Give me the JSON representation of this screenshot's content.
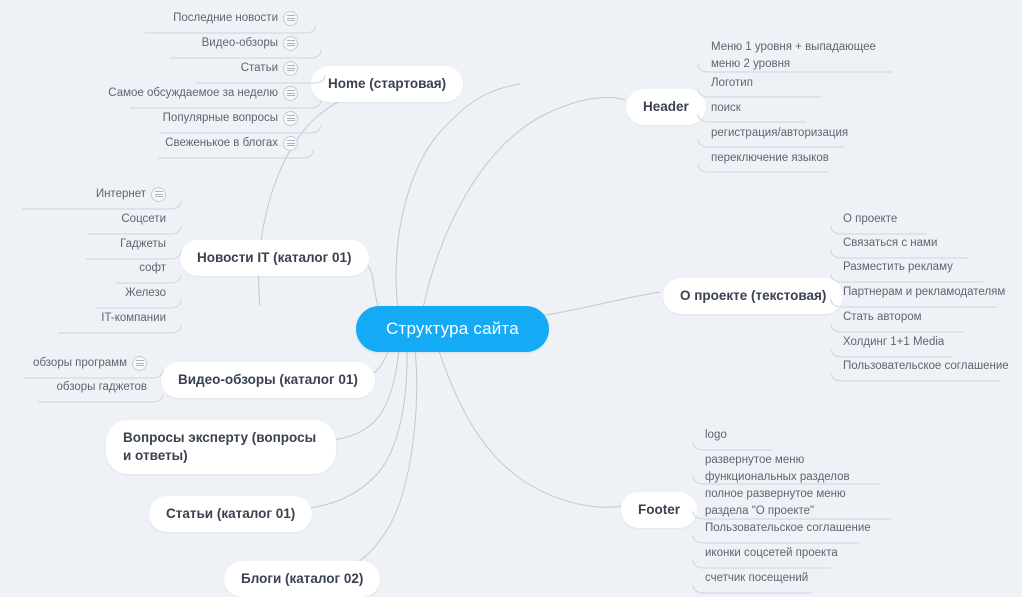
{
  "root": {
    "label": "Структура сайта",
    "color": "#14aaf5"
  },
  "theme": {
    "background": "#eef2f6",
    "node_bg": "#ffffff",
    "node_text": "#39424e",
    "leaf_text": "#5b6671",
    "link_color": "#bfc8d2",
    "underline_color": "#ccd4dd"
  },
  "branches": [
    {
      "id": "home",
      "label": "Home (стартовая)",
      "side": "left",
      "children": [
        {
          "label": "Последние новости",
          "icon": "note-icon"
        },
        {
          "label": "Видео-обзоры",
          "icon": "note-icon"
        },
        {
          "label": "Статьи",
          "icon": "note-icon"
        },
        {
          "label": "Самое обсуждаемое за неделю",
          "icon": "note-icon"
        },
        {
          "label": "Популярные вопросы",
          "icon": "note-icon"
        },
        {
          "label": "Свеженькое в блогах",
          "icon": "note-icon"
        }
      ]
    },
    {
      "id": "header",
      "label": "Header",
      "side": "right",
      "children": [
        {
          "label": "Меню 1 уровня + выпадающее меню 2 уровня",
          "icon": null
        },
        {
          "label": "Логотип",
          "icon": null
        },
        {
          "label": "поиск",
          "icon": null
        },
        {
          "label": "регистрация/авторизация",
          "icon": null
        },
        {
          "label": "переключение языков",
          "icon": null
        }
      ]
    },
    {
      "id": "news-it",
      "label": "Новости IT (каталог 01)",
      "side": "left",
      "children": [
        {
          "label": "Интернет",
          "icon": "note-icon"
        },
        {
          "label": "Соцсети",
          "icon": null
        },
        {
          "label": "Гаджеты",
          "icon": null
        },
        {
          "label": "софт",
          "icon": null
        },
        {
          "label": "Железо",
          "icon": null
        },
        {
          "label": "IT-компании",
          "icon": null
        }
      ]
    },
    {
      "id": "about",
      "label": "О проекте (текстовая)",
      "side": "right",
      "children": [
        {
          "label": "О проекте",
          "icon": null
        },
        {
          "label": "Связаться с нами",
          "icon": null
        },
        {
          "label": "Разместить рекламу",
          "icon": null
        },
        {
          "label": "Партнерам и рекламодателям",
          "icon": null
        },
        {
          "label": "Стать автором",
          "icon": null
        },
        {
          "label": "Холдинг 1+1 Media",
          "icon": null
        },
        {
          "label": "Пользовательское соглашение",
          "icon": null
        }
      ]
    },
    {
      "id": "video",
      "label": "Видео-обзоры (каталог 01)",
      "side": "left",
      "children": [
        {
          "label": "обзоры программ",
          "icon": "note-icon"
        },
        {
          "label": "обзоры гаджетов",
          "icon": null
        }
      ]
    },
    {
      "id": "expert",
      "label": "Вопросы эксперту (вопросы и ответы)",
      "side": "left",
      "children": []
    },
    {
      "id": "articles",
      "label": "Статьи (каталог 01)",
      "side": "left",
      "children": []
    },
    {
      "id": "blogs",
      "label": "Блоги (каталог 02)",
      "side": "left",
      "children": []
    },
    {
      "id": "footer",
      "label": "Footer",
      "side": "right",
      "children": [
        {
          "label": "logo",
          "icon": null
        },
        {
          "label": "развернутое меню функциональных разделов",
          "icon": null
        },
        {
          "label": "полное развернутое меню раздела \"О проекте\"",
          "icon": null
        },
        {
          "label": "Пользовательское соглашение",
          "icon": null
        },
        {
          "label": "иконки соцсетей проекта",
          "icon": null
        },
        {
          "label": "счетчик посещений",
          "icon": null
        }
      ]
    }
  ]
}
